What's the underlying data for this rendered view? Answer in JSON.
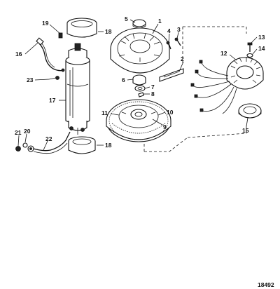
{
  "diagram": {
    "figure_number": "18492",
    "callouts": [
      "1",
      "2",
      "3",
      "4",
      "5",
      "6",
      "7",
      "8",
      "9",
      "10",
      "11",
      "12",
      "13",
      "14",
      "15",
      "16",
      "17",
      "18",
      "18",
      "19",
      "20",
      "21",
      "22",
      "23"
    ]
  }
}
